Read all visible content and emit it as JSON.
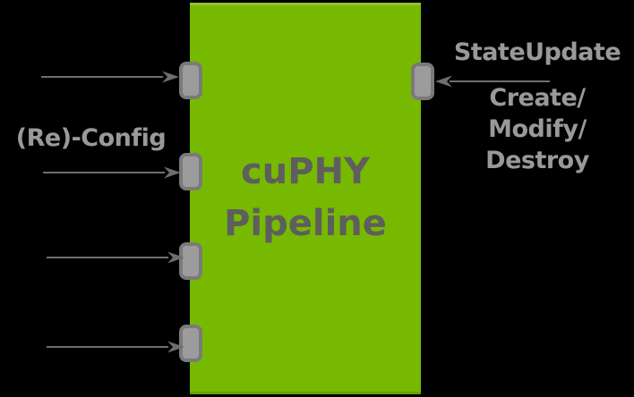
{
  "diagram": {
    "box": {
      "title_line1": "cuPHY",
      "title_line2": "Pipeline"
    },
    "labels": {
      "reconfig": "(Re)-Config",
      "state_update": "StateUpdate",
      "lifecycle_line1": "Create/",
      "lifecycle_line2": "Modify/",
      "lifecycle_line3": "Destroy"
    },
    "ports": {
      "left_count": 4,
      "right_count": 1
    },
    "arrows": {
      "left_inbound_count": 4,
      "right_inbound_count": 1
    },
    "icons": {
      "arrow_right": "→",
      "arrow_left": "←",
      "port": "▯"
    },
    "colors": {
      "background": "#000000",
      "pipeline_green": "#76b900",
      "title_text": "#5e5e5e",
      "label_text": "#999999",
      "port_fill": "#9c9c9c",
      "port_border": "#7a7a7a",
      "arrow": "#6e6e6e"
    }
  }
}
